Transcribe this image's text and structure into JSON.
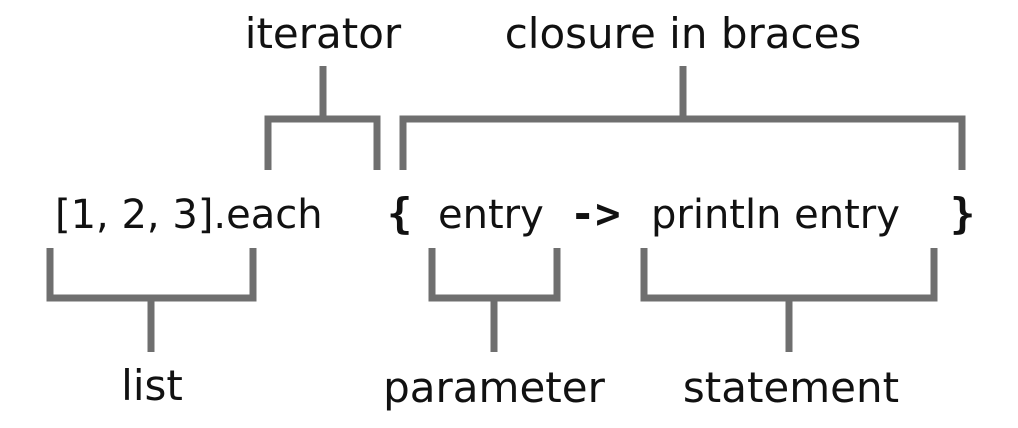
{
  "labels": {
    "iterator": "iterator",
    "closure": "closure in braces",
    "list": "list",
    "parameter": "parameter",
    "statement": "statement"
  },
  "code": {
    "list": "[1, 2, 3]",
    "method": ".each",
    "open_brace": "{",
    "param": "entry",
    "arrow": "->",
    "statement": "println entry",
    "close_brace": "}"
  },
  "colors": {
    "bracket": "#6f6f6f",
    "text": "#111111",
    "background": "#ffffff"
  }
}
